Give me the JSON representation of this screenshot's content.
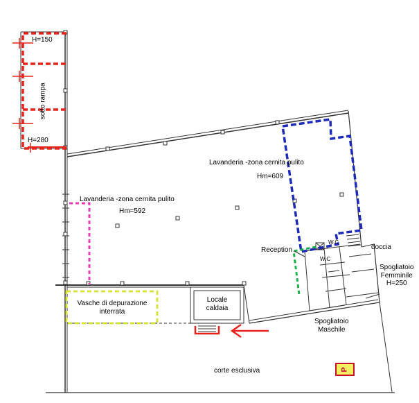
{
  "labels": {
    "h150": "H=150",
    "h280": "H=280",
    "sotto_rampa": "sotto rampa",
    "lavanderia_1": "Lavanderia -zona cernita pulito",
    "hm609": "Hm=609",
    "lavanderia_2": "Lavanderia -zona cernita pulito",
    "hm592": "Hm=592",
    "reception": "Reception",
    "wc_1": "W.C",
    "wc_2": "W.C",
    "doccia": "doccia",
    "spogliatoio_f": "Spogliatoio\nFemminile\nH=250",
    "spogliatoio_m": "Spogliatoio\nMaschile",
    "locale_caldaia": "Locale\ncaldaia",
    "vasche": "Vasche di depurazione\ninterrata",
    "corte": "corte esclusiva",
    "parking": "P"
  },
  "colors": {
    "wall": "#333333",
    "red": "#e8231c",
    "blue": "#1e2bb8",
    "magenta": "#ee3bb5",
    "green": "#18b04a",
    "yellow": "#d8e53c",
    "parking_fill": "#f4f060"
  },
  "icons": [
    "parking-icon",
    "arrow-icon",
    "stairs-icon"
  ]
}
